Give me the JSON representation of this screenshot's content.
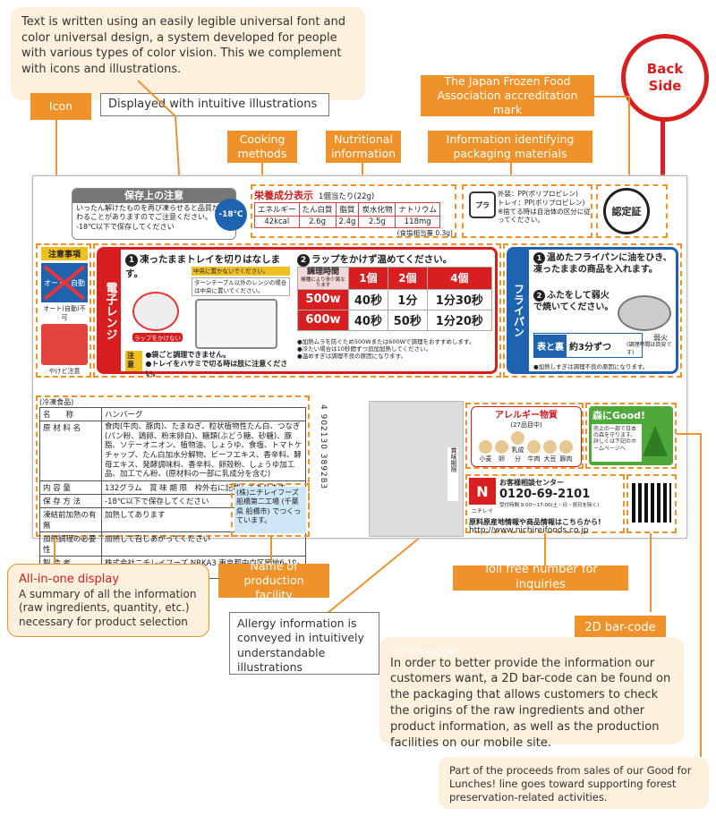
{
  "notes": {
    "universal_font": "Text is written using an easily legible universal font and color universal design, a system developed for people with various types of color vision. This we complement with icons and illustrations.",
    "all_in_one_title": "All-in-one display",
    "all_in_one_body": "A summary of all the information (raw ingredients, quantity, etc.) necessary for product selection",
    "allergy": "Allergy information is conveyed in intuitively understandable illustrations",
    "barcode_title": "2D bar-code",
    "barcode_body": "In order to better provide the information our customers want, a 2D bar-code can be found on the packaging that allows customers to check the origins of the raw ingredients and other product information, as well as the production facilities on our mobile site.",
    "forest": "Part of the proceeds from sales of our Good for Lunches! line goes toward supporting forest preservation-related activities."
  },
  "labels": {
    "icon": "Icon",
    "illustrations": "Displayed with intuitive illustrations",
    "cooking": "Cooking methods",
    "nutrition": "Nutritional information",
    "packaging": "Information identifying packaging materials",
    "jfa": "The Japan Frozen Food Association accreditation mark",
    "back_side": "Back Side",
    "production_facility": "Name of production facility",
    "toll_free": "Toll free number for inquiries",
    "barcode": "2D bar-code"
  },
  "package": {
    "storage_title": "保存上の注意",
    "storage_text": "いったん解けたものを再び凍らせると品質が変わることがありますのでご注意ください。",
    "storage_temp_text": "-18℃以下で保存してください",
    "storage_temp": "-18℃",
    "nutrition_title": "栄養成分表示",
    "nutrition_serving": "1個当たり(22g)",
    "nutrition_headers": [
      "エネルギー",
      "たん白質",
      "脂質",
      "炭水化物",
      "ナトリウム"
    ],
    "nutrition_values": [
      "42kcal",
      "2.6g",
      "2.4g",
      "2.5g",
      "118mg"
    ],
    "nutrition_salt": "(食塩相当量 0.3g)",
    "pkg_outer": "外装：PP(ポリプロピレン)",
    "pkg_tray": "トレイ：PP(ポリプロピレン)",
    "pkg_note": "※捨てる時は自治体の区分に従ってください。",
    "pkg_mark": "プラ",
    "jfa_mark": "認定証",
    "caution_title": "注意事項",
    "auto_label": "オート",
    "auto_label2": "自動",
    "auto_ng": "オート(自動)不可",
    "burn": "やけど注意",
    "microwave": "電子レンジ",
    "step1": "凍ったままトレイを切りはなします。",
    "center_note": "中央に置かないでください。",
    "turntable_note": "ターンテーブル以外のレンジの場合は中央に置いてください。",
    "wrap_ng": "ラップをかけない",
    "step2": "ラップをかけず温めてください。",
    "time_header": "調理時間",
    "time_sub": "機種により多少異なります",
    "time_cols": [
      "1個",
      "2個",
      "4個"
    ],
    "time_rows": [
      {
        "watt": "500w",
        "vals": [
          "40秒",
          "1分",
          "1分30秒"
        ]
      },
      {
        "watt": "600w",
        "vals": [
          "40秒",
          "50秒",
          "1分20秒"
        ]
      }
    ],
    "mw_notes": [
      "●加熱ムラを防ぐため500Wまたは600Wで調理をおすすめします。",
      "●冷たい場合は10秒間ずつ追加加熱してください。",
      "●温めすぎは調理不良の原因になります。"
    ],
    "caution_word": "注意",
    "caution_lines": [
      "●袋ごと調理できません。",
      "●トレイをハサミで切る時は肢に注意ください。"
    ],
    "fry_pan": "フライパン",
    "fp_step1": "温めたフライパンに油をひき、凍ったままの商品を入れます。",
    "fp_step2": "ふたをして弱火で焼いてください。",
    "fp_time_label": "表と裏",
    "fp_time": "約3分ずつ",
    "fp_time_note": "(調理時間は目安です)",
    "fp_heat": "弱火",
    "fp_note": "●加熱しすぎは調理不良の原因になります。",
    "frozen_label": "(冷凍食品)",
    "product_rows": [
      {
        "k": "名　　称",
        "v": "ハンバーグ"
      },
      {
        "k": "原 材 料 名",
        "v": "食肉(牛肉、豚肉)、たまねぎ、粒状植物性たん白、つなぎ(パン粉、鶏卵、粉末卵白)、糖類(ぶどう糖、砂糖)、豚脂、ソテーオニオン、植物油、しょうゆ、食塩、トマトケチャップ、たん白加水分解物、ビーフエキス、香辛料、酵母エキス、発酵調味料、香辛料、卵殻粉、しょうゆ加工品、加工でん粉、(原材料の一部に乳成分を含む)"
      },
      {
        "k": "内 容 量",
        "v": "132グラム　賞 味 期 限　枠外右に記載してあります"
      },
      {
        "k": "保 存 方 法",
        "v": "-18℃以下で保存してください"
      },
      {
        "k": "凍結前加熱の有無",
        "v": "加熱してあります"
      },
      {
        "k": "加熱調理の必要性",
        "v": "加熱して召しあがってください"
      },
      {
        "k": "製 造 者",
        "v": "株式会社ニチレイフーズ NRKA3 東京都中央区築地6-19-20"
      }
    ],
    "factory": "(株)ニチレイフーズ 船橋第二工場 (千葉県 船橋市) でつくっています。",
    "barcode_number": "4 902130 389283",
    "best_before": "賞味期限",
    "allergy_title": "アレルギー物質",
    "allergy_sub": "(27品目中)",
    "allergy_items": [
      "小麦",
      "卵",
      "乳成分",
      "牛肉",
      "大豆",
      "豚肉"
    ],
    "good_title": "森にGood!",
    "good_text": "売上の一部で日本の森を守ります。詳しくは下記のホームページへ",
    "contact_title": "お客様相談センター",
    "phone": "0120-69-2101",
    "hours": "受付時間 9:00～17:00(土・日・祝日を除く)",
    "origin_text": "原料原産地情報や商品情報はこちらから!",
    "url": "http://www.nichireifoods.co.jp",
    "brand": "ニチレイ"
  },
  "colors": {
    "orange": "#f0922a",
    "note_bg": "#fdf0dc",
    "red": "#d81e1e",
    "blue": "#1e63b0"
  }
}
